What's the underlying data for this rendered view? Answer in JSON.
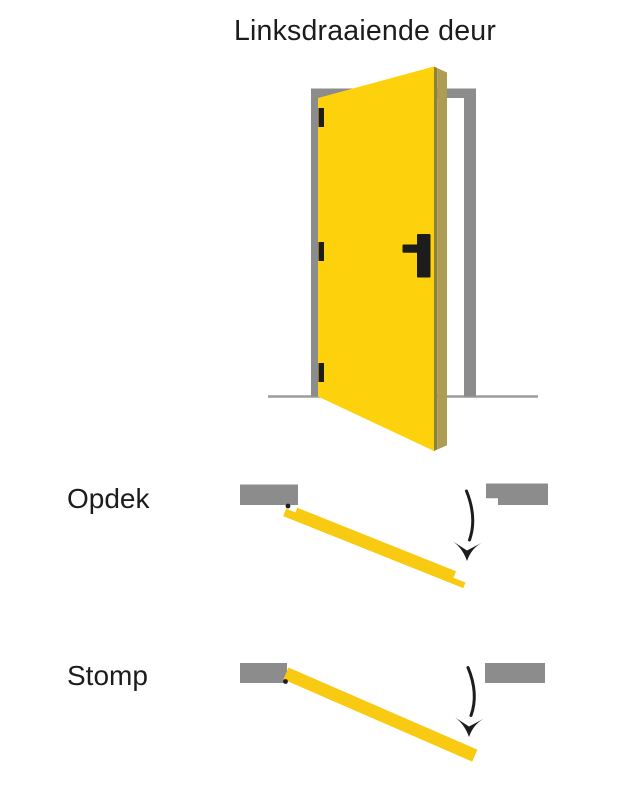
{
  "title": "Linksdraaiende deur",
  "sections": [
    {
      "id": "opdek",
      "label": "Opdek"
    },
    {
      "id": "stomp",
      "label": "Stomp"
    }
  ],
  "icons": {
    "hinge": "hinge-icon",
    "handle": "door-handle-icon",
    "swing_arrow": "swing-arrow-icon",
    "pivot_dot": "hinge-pivot-dot"
  },
  "colors": {
    "door_face": "#FDD20D",
    "door_edge": "#AC9D53",
    "door_edge_shadow": "#8E803E",
    "bar_yellow": "#F9CA12",
    "frame_gray": "#8C8C8C",
    "floor_gray": "#9C9C9C",
    "ink": "#1C1C1C",
    "background": "#FFFFFF"
  }
}
